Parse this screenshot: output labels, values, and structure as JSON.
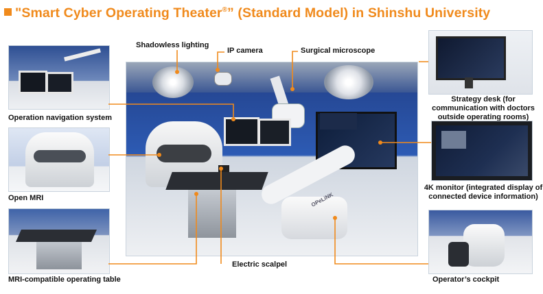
{
  "title": {
    "prefix": "\"Smart Cyber Operating Theater",
    "registered": "®",
    "suffix": "” (Standard Model) in Shinshu University"
  },
  "colors": {
    "accent": "#f08a1c",
    "text": "#111111",
    "room_blue": "#2b58b0"
  },
  "labels": {
    "shadowless_lighting": "Shadowless lighting",
    "ip_camera": "IP camera",
    "surgical_microscope": "Surgical microscope",
    "operation_navigation_system": "Operation navigation system",
    "open_mri": "Open MRI",
    "mri_compatible_operating_table": "MRI-compatible operating table",
    "electric_scalpel": "Electric scalpel",
    "strategy_desk": "Strategy desk (for communication with doctors outside operating rooms)",
    "monitor_4k": "4K monitor (integrated display of connected device information)",
    "operators_cockpit": "Operator’s cockpit"
  },
  "brand_text": {
    "robot_arm": "OPeLiNK"
  }
}
